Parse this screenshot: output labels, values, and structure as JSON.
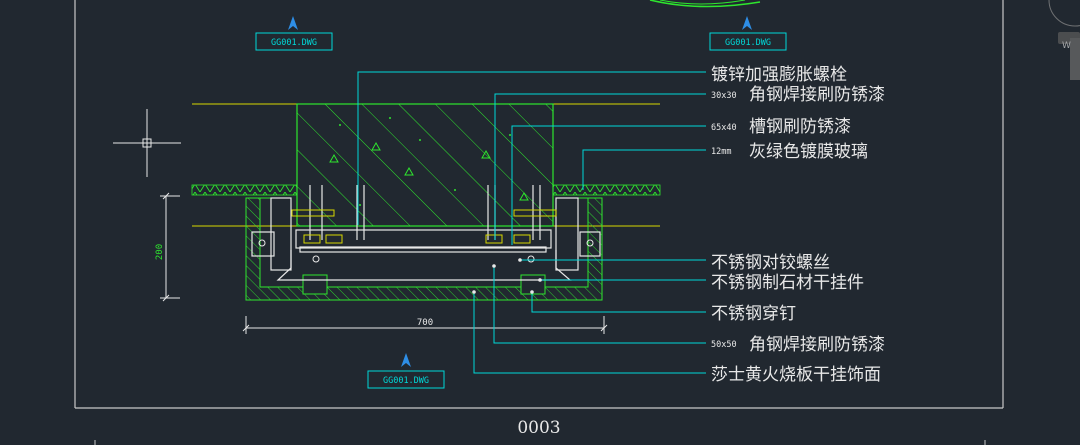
{
  "sheet_number": "0003",
  "references": [
    {
      "id": "ref-top-left",
      "label": "GG001.DWG"
    },
    {
      "id": "ref-top-right",
      "label": "GG001.DWG"
    },
    {
      "id": "ref-bottom",
      "label": "GG001.DWG"
    }
  ],
  "dimensions": {
    "height": "200",
    "width": "700"
  },
  "annotations": [
    {
      "spec": "",
      "text": "镀锌加强膨胀螺栓"
    },
    {
      "spec": "30x30",
      "text": "角钢焊接刷防锈漆"
    },
    {
      "spec": "65x40",
      "text": "槽钢刷防锈漆"
    },
    {
      "spec": "12mm",
      "text": "灰绿色镀膜玻璃"
    },
    {
      "spec": "",
      "text": "不锈钢对铰螺丝"
    },
    {
      "spec": "",
      "text": "不锈钢制石材干挂件"
    },
    {
      "spec": "",
      "text": "不锈钢穿钉"
    },
    {
      "spec": "50x50",
      "text": "角钢焊接刷防锈漆"
    },
    {
      "spec": "",
      "text": "莎士黄火烧板干挂饰面"
    }
  ],
  "colors": {
    "background": "#212830",
    "frame": "#c8c8c8",
    "cyan": "#00d8d8",
    "green": "#2ee62e",
    "yellow": "#d8d800",
    "white": "#e8e8e8"
  }
}
